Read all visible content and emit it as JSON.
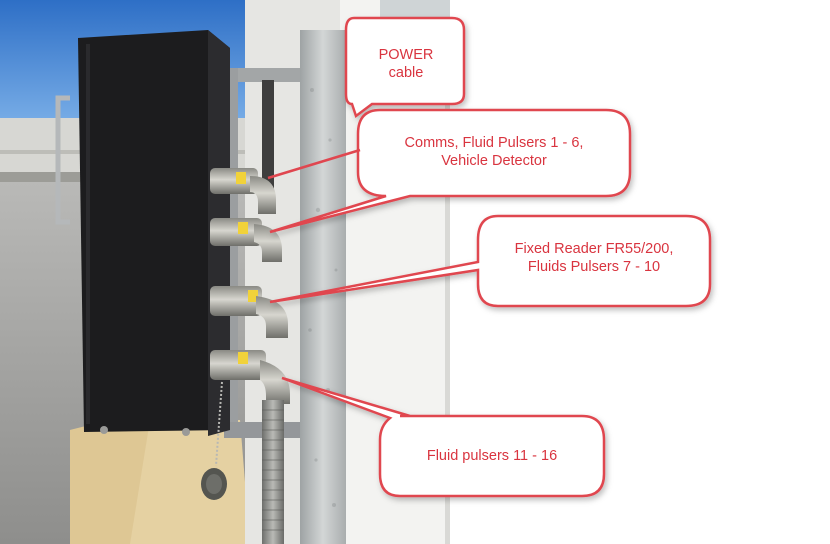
{
  "callouts": {
    "power": "POWER\ncable",
    "comms": "Comms, Fluid Pulsers 1 - 6,\nVehicle Detector",
    "fixed_reader": "Fixed Reader FR55/200,\nFluids Pulsers 7 - 10",
    "fluid_pulsers": "Fluid pulsers 11 - 16"
  },
  "colors": {
    "callout_border": "#e0464f",
    "callout_text": "#d9343f",
    "enclosure": "#1c1c1e",
    "sky": "#3d7fd1"
  }
}
